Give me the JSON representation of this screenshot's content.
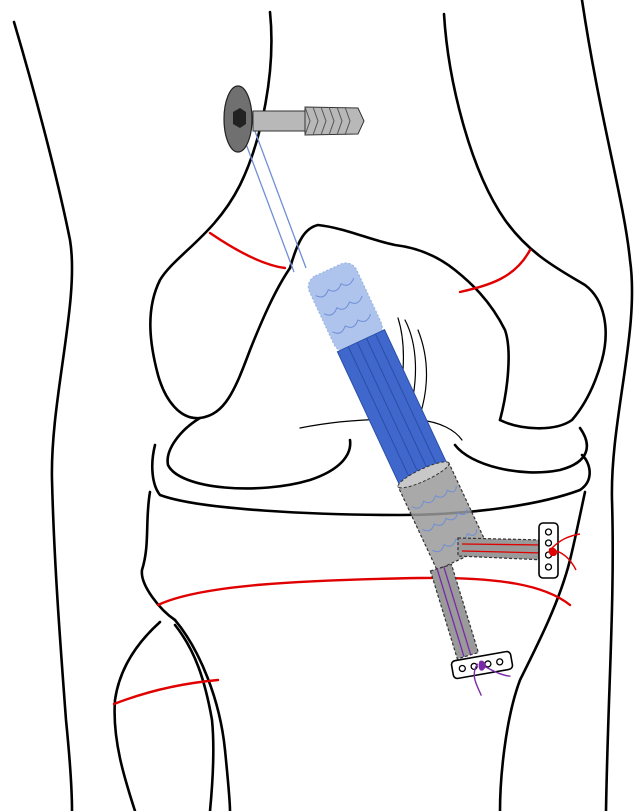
{
  "figure": {
    "description_hidden": "",
    "colors": {
      "outline": "#000000",
      "physis": "#e00000",
      "graft_dark": "#3a62c9",
      "graft_light": "#aec4ec",
      "screw": "#b8b8b8",
      "screw_head": "#6e6e6e",
      "tunnel": "#888888",
      "tibial_tunnel_red_sutures": "#e00000",
      "tibial_tunnel_purple_sutures": "#7a2aa8"
    },
    "icons": {
      "femoral_fixation": "interference-screw",
      "tibial_fixation_1": "suture-button",
      "tibial_fixation_2": "suture-button"
    }
  }
}
